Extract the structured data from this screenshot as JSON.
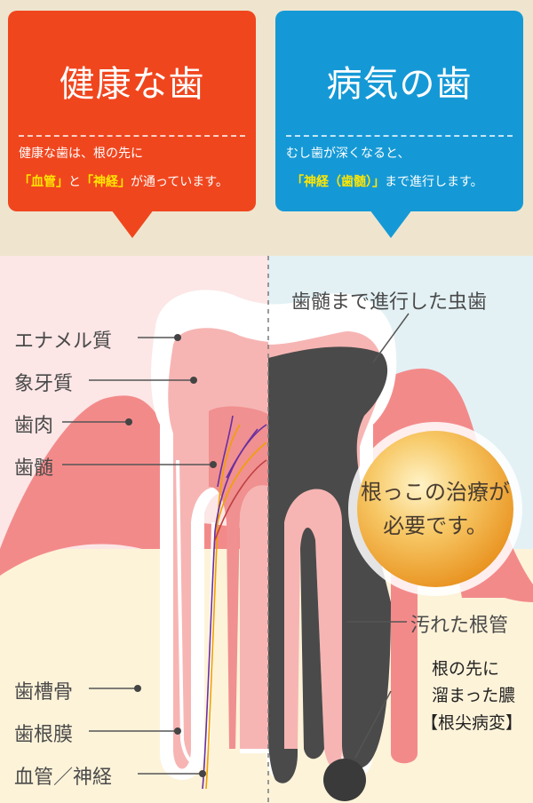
{
  "healthy": {
    "title": "健康な歯",
    "line1": "健康な歯は、根の先に",
    "line2_q1": "「血管」",
    "line2_mid": "と",
    "line2_q2": "「神経」",
    "line2_end": "が通っています。"
  },
  "diseased": {
    "title": "病気の歯",
    "line1": "むし歯が深くなると、",
    "line2_q": "「神経（歯髄）」",
    "line2_end": "まで進行します。"
  },
  "labels": {
    "enamel": "エナメル質",
    "dentin": "象牙質",
    "gum": "歯肉",
    "pulp": "歯髄",
    "alveolar_bone": "歯槽骨",
    "ligament": "歯根膜",
    "vessel_nerve": "血管／神経",
    "cavity_to_pulp": "歯髄まで進行した虫歯",
    "dirty_canal": "汚れた根管",
    "pus_1": "根の先に",
    "pus_2": "溜まった膿",
    "pus_3": "【根尖病変】"
  },
  "badge": {
    "line1": "根っこの治療が",
    "line2": "必要です。"
  },
  "colors": {
    "healthy_card": "#f0461e",
    "diseased_card": "#1599d6",
    "highlight_text": "#ffe600",
    "gum": "#f38a8a",
    "dentin": "#f6b5b3",
    "decay": "#4a4a4a",
    "badge": "#f3a52c"
  }
}
